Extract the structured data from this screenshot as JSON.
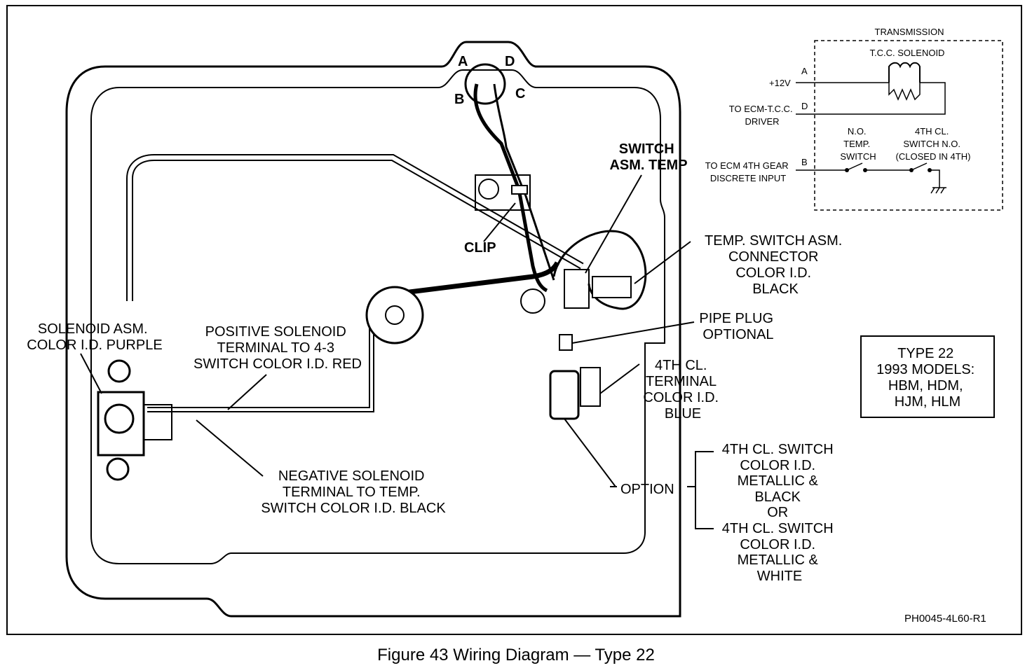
{
  "caption": "Figure 43 Wiring Diagram — Type 22",
  "figure_code": "PH0045-4L60-R1",
  "terminals": {
    "a": "A",
    "b": "B",
    "c": "C",
    "d": "D"
  },
  "labels": {
    "switch_asm_temp": [
      "SWITCH",
      "ASM. TEMP"
    ],
    "clip": "CLIP",
    "temp_switch_connector": [
      "TEMP. SWITCH ASM.",
      "CONNECTOR",
      "COLOR I.D.",
      "BLACK"
    ],
    "pipe_plug": [
      "PIPE PLUG",
      "OPTIONAL"
    ],
    "fourth_cl_terminal": [
      "4TH CL.",
      "TERMINAL",
      "COLOR I.D.",
      "BLUE"
    ],
    "solenoid_asm": [
      "SOLENOID ASM.",
      "COLOR I.D. PURPLE"
    ],
    "positive_solenoid": [
      "POSITIVE SOLENOID",
      "TERMINAL TO 4-3",
      "SWITCH COLOR I.D. RED"
    ],
    "negative_solenoid": [
      "NEGATIVE SOLENOID",
      "TERMINAL TO TEMP.",
      "SWITCH COLOR I.D. BLACK"
    ],
    "option": "OPTION",
    "option_list": [
      "4TH CL. SWITCH",
      "COLOR I.D.",
      "METALLIC &",
      "BLACK",
      "OR",
      "4TH CL. SWITCH",
      "COLOR I.D.",
      "METALLIC &",
      "WHITE"
    ]
  },
  "type_box": [
    "TYPE 22",
    "1993 MODELS:",
    "HBM, HDM,",
    "HJM, HLM"
  ],
  "schematic": {
    "title": "TRANSMISSION",
    "tcc_solenoid": "T.C.C. SOLENOID",
    "plus12v": "+12V",
    "to_ecm_tcc": [
      "TO ECM-T.C.C.",
      "DRIVER"
    ],
    "to_ecm_4th": [
      "TO ECM 4TH GEAR",
      "DISCRETE INPUT"
    ],
    "no_temp_switch": [
      "N.O.",
      "TEMP.",
      "SWITCH"
    ],
    "fourth_cl_switch": [
      "4TH CL.",
      "SWITCH N.O.",
      "(CLOSED IN 4TH)"
    ],
    "pin_a": "A",
    "pin_d": "D",
    "pin_b": "B"
  }
}
